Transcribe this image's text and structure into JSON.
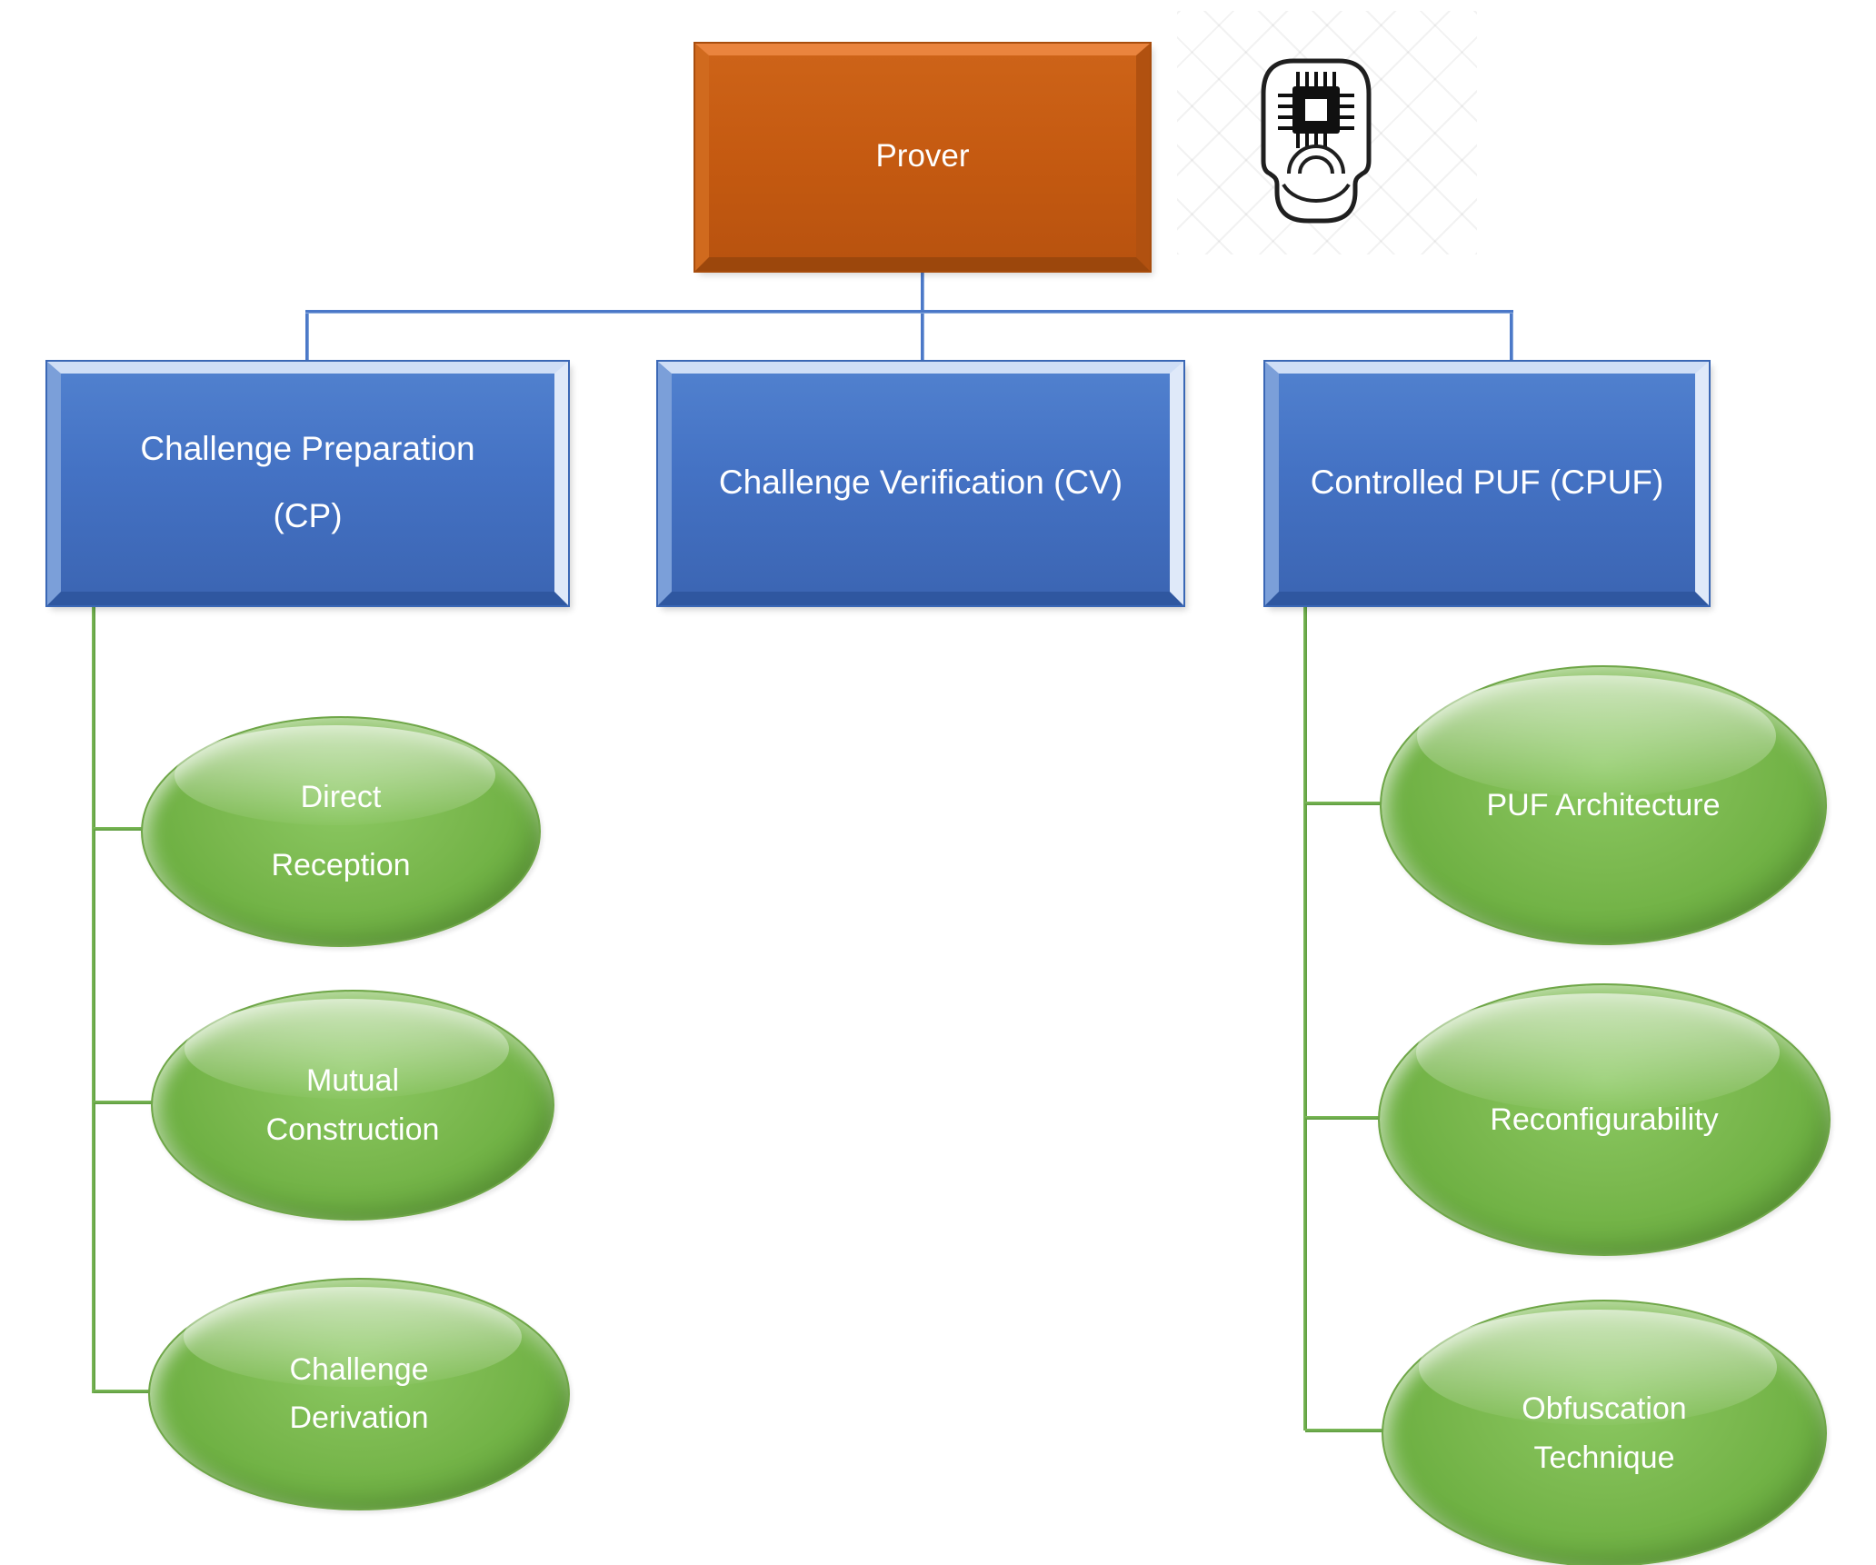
{
  "diagram": {
    "colors": {
      "root_box": "#C55A11",
      "level1_box": "#4472C4",
      "leaf_ellipse": "#70AD47",
      "connector_blue": "#4472C4",
      "connector_green": "#70AD47",
      "text": "#FFFFFF"
    },
    "root": {
      "label": "Prover"
    },
    "root_icon": "puf-device-icon (chip with signal arcs inside a token outline)",
    "level1": [
      {
        "lines": [
          "Challenge Preparation",
          "(CP)"
        ]
      },
      {
        "lines": [
          "Challenge Verification (CV)"
        ]
      },
      {
        "lines": [
          "Controlled PUF (CPUF)"
        ]
      }
    ],
    "cp_children": [
      {
        "lines": [
          "Direct",
          "Reception"
        ]
      },
      {
        "lines": [
          "Mutual",
          "Construction"
        ]
      },
      {
        "lines": [
          "Challenge",
          "Derivation"
        ]
      }
    ],
    "cpuf_children": [
      {
        "lines": [
          "PUF Architecture"
        ]
      },
      {
        "lines": [
          "Reconfigurability"
        ]
      },
      {
        "lines": [
          "Obfuscation",
          "Technique"
        ]
      }
    ]
  }
}
